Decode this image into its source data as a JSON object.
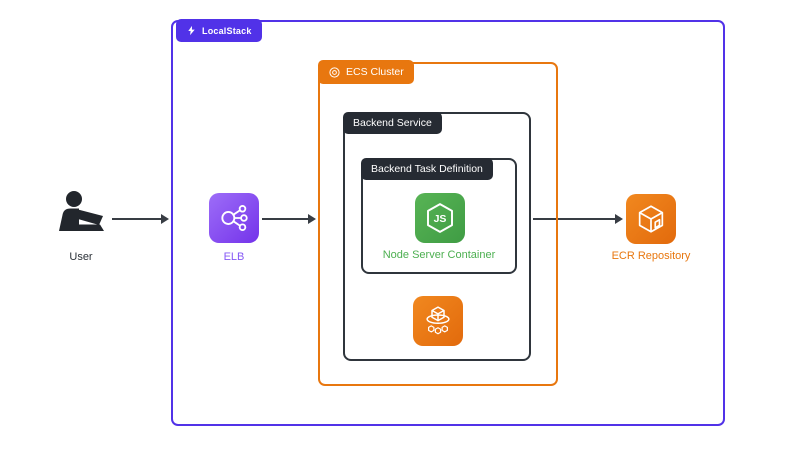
{
  "colors": {
    "localstack_purple": "#5132E8",
    "aws_orange": "#E8770F",
    "dark_badge": "#262B33",
    "node_green": "#4CAF50",
    "elb_label_purple": "#8659F5",
    "arrow_dark": "#383D44"
  },
  "containers": {
    "localstack": {
      "label": "LocalStack"
    },
    "ecs_cluster": {
      "label": "ECS Cluster"
    },
    "backend_service": {
      "label": "Backend Service"
    },
    "backend_task_definition": {
      "label": "Backend Task Definition"
    }
  },
  "nodes": {
    "user": {
      "label": "User",
      "icon": "person-at-laptop-icon"
    },
    "elb": {
      "label": "ELB",
      "icon": "load-balancer-icon"
    },
    "node_server": {
      "label": "Node Server Container",
      "icon": "nodejs-hexagon-icon",
      "hexagon_text": "JS"
    },
    "ecs_service": {
      "icon": "ecs-service-cubes-icon"
    },
    "ecr": {
      "label": "ECR Repository",
      "icon": "ecr-cube-icon"
    }
  },
  "arrows": [
    {
      "from": "user",
      "to": "localstack"
    },
    {
      "from": "elb",
      "to": "ecs_cluster"
    },
    {
      "from": "backend_service",
      "to": "ecr"
    }
  ]
}
